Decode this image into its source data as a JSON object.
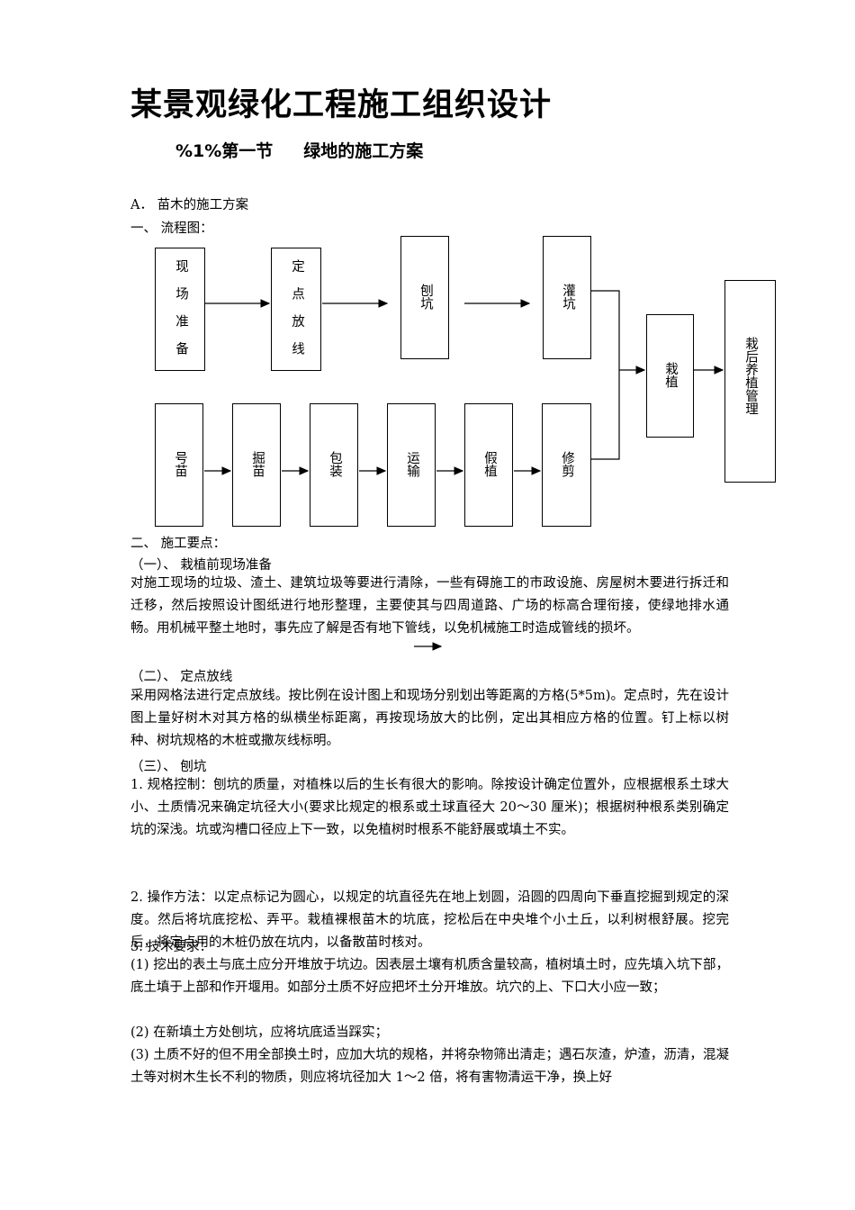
{
  "title": "某景观绿化工程施工组织设计",
  "subtitle": {
    "section": "%1%第一节",
    "name": "绿地的施工方案"
  },
  "section_a": "A．  苗木的施工方案",
  "flow_heading": "一、  流程图：",
  "flowchart": {
    "top_row": [
      "现场准备",
      "定点放线",
      "刨坑",
      "灌坑"
    ],
    "bottom_row": [
      "号苗",
      "掘苗",
      "包装",
      "运输",
      "假植",
      "修剪"
    ],
    "merge": "栽植",
    "final": "栽后养植管理"
  },
  "points_heading": "二、  施工要点：",
  "sub1": "（一）、  栽植前现场准备",
  "para1": "对施工现场的垃圾、渣土、建筑垃圾等要进行清除，一些有碍施工的市政设施、房屋树木要进行拆迁和迁移，然后按照设计图纸进行地形整理，主要使其与四周道路、广场的标高合理衔接，使绿地排水通畅。用机械平整土地时，事先应了解是否有地下管线，以免机械施工时造成管线的损坏。",
  "sub2": "（二）、  定点放线",
  "para2": "采用网格法进行定点放线。按比例在设计图上和现场分别划出等距离的方格(5*5m)。定点时，先在设计图上量好树木对其方格的纵横坐标距离，再按现场放大的比例，定出其相应方格的位置。钉上标以树种、树坑规格的木桩或撒灰线标明。",
  "sub3": "（三）、  刨坑",
  "para3": "1. 规格控制：刨坑的质量，对植株以后的生长有很大的影响。除按设计确定位置外，应根据根系土球大小、土质情况来确定坑径大小(要求比规定的根系或土球直径大 20～30 厘米)；根据树种根系类别确定坑的深浅。坑或沟槽口径应上下一致，以免植树时根系不能舒展或填土不实。",
  "para4": "2. 操作方法：以定点标记为圆心，以规定的坑直径先在地上划圆，沿圆的四周向下垂直挖掘到规定的深度。然后将坑底挖松、弄平。栽植裸根苗木的坑底，挖松后在中央堆个小土丘，以利树根舒展。挖完后，将定点用的木桩仍放在坑内，以备散苗时核对。",
  "para5_head": "3. 技术要求：",
  "para5_1": "(1) 挖出的表土与底土应分开堆放于坑边。因表层土壤有机质含量较高，植树填土时，应先填入坑下部，底土填于上部和作开堰用。如部分土质不好应把坏土分开堆放。坑穴的上、下口大小应一致；",
  "para5_2": "(2) 在新填土方处刨坑，应将坑底适当踩实；",
  "para5_3": "(3) 土质不好的但不用全部换土时，应加大坑的规格，并将杂物筛出清走；遇石灰渣，炉渣，沥清，混凝土等对树木生长不利的物质，则应将坑径加大 1～2 倍，将有害物清运干净，换上好"
}
